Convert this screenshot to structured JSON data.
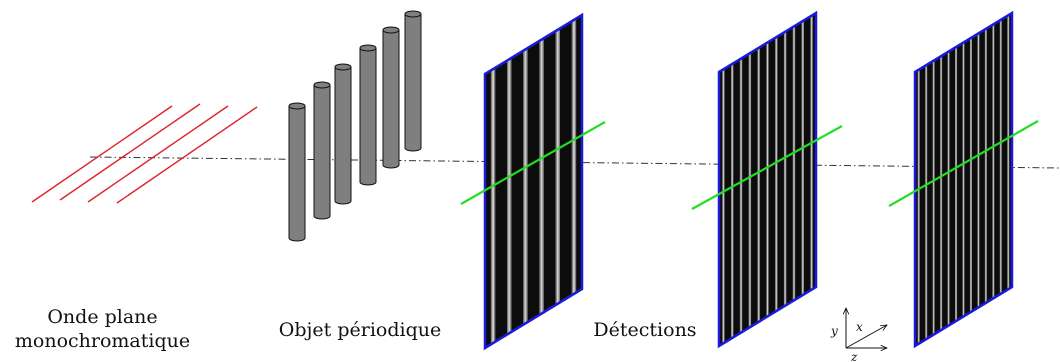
{
  "labels": {
    "wave_line1": "Onde plane",
    "wave_line2": "monochromatique",
    "object": "Objet périodique",
    "detections": "Détections"
  },
  "axes": {
    "y": "y",
    "x": "x",
    "z": "z"
  },
  "colors": {
    "wave": "#e0202a",
    "cylinder": "#7f7f7f",
    "screen_border": "#1a1adc",
    "profile_line": "#22dd22",
    "optical_axis": "#333333"
  },
  "screens": [
    {
      "name": "detection-1",
      "fringe_count": 6
    },
    {
      "name": "detection-2",
      "fringe_count": 11
    },
    {
      "name": "detection-3",
      "fringe_count": 13
    }
  ],
  "cylinder_count": 6,
  "wave_line_count": 4
}
